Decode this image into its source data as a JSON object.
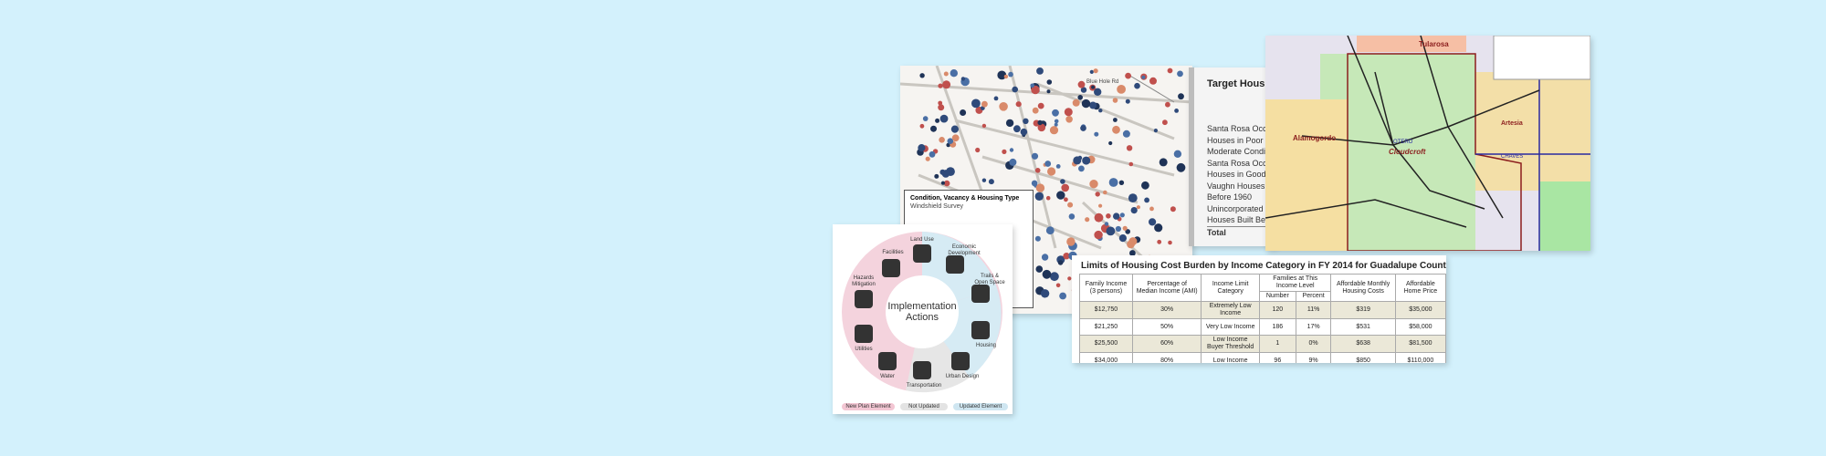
{
  "street_map": {
    "road_label": "Blue Hole Rd",
    "legend_title": "Condition, Vacancy & Housing Type",
    "legend_subtitle": "Windshield Survey"
  },
  "target_table": {
    "title": "Target Housing Occupied Hous",
    "rows": [
      "Santa Rosa Occu",
      "Houses in Poor a",
      "Moderate Conditi",
      "Santa Rosa Occu",
      "Houses in Good C",
      "Vaughn Houses B",
      "Before 1960",
      "Unincorporated C",
      "Houses Built Befo"
    ],
    "total_label": "Total"
  },
  "region_map": {
    "place_labels": [
      "Tularosa",
      "Alamogordo",
      "Cloudcroft",
      "OTERO",
      "Artesia",
      "CHAVES"
    ]
  },
  "wheel": {
    "center_title": "Implementation Actions",
    "segments": [
      "Land Use",
      "Economic Development",
      "Trails & Open Space",
      "Housing",
      "Urban Design",
      "Transportation",
      "Water",
      "Utilities",
      "Hazards Mitigation",
      "Facilities"
    ],
    "legend": [
      "New Plan Element",
      "Not Updated",
      "Updated Element"
    ],
    "colors": {
      "new": "#f3c6d3",
      "not_updated": "#e3e3e3",
      "updated": "#cfe6f1"
    }
  },
  "cost_table": {
    "caption": "Limits of Housing Cost Burden by Income Category in FY 2014 for Guadalupe County",
    "headers": [
      "Family Income (3 persons)",
      "Percentage of Median Income (AMI)",
      "Income Limit Category",
      "Number",
      "Percent",
      "Affordable Monthly Housing Costs",
      "Affordable Home Price"
    ],
    "group_header": "Families at This Income Level",
    "rows": [
      [
        "$12,750",
        "30%",
        "Extremely Low Income",
        "120",
        "11%",
        "$319",
        "$35,000"
      ],
      [
        "$21,250",
        "50%",
        "Very Low Income",
        "186",
        "17%",
        "$531",
        "$58,000"
      ],
      [
        "$25,500",
        "60%",
        "Low Income Buyer Threshold",
        "1",
        "0%",
        "$638",
        "$81,500"
      ],
      [
        "$34,000",
        "80%",
        "Low Income",
        "96",
        "9%",
        "$850",
        "$110,000"
      ]
    ]
  }
}
